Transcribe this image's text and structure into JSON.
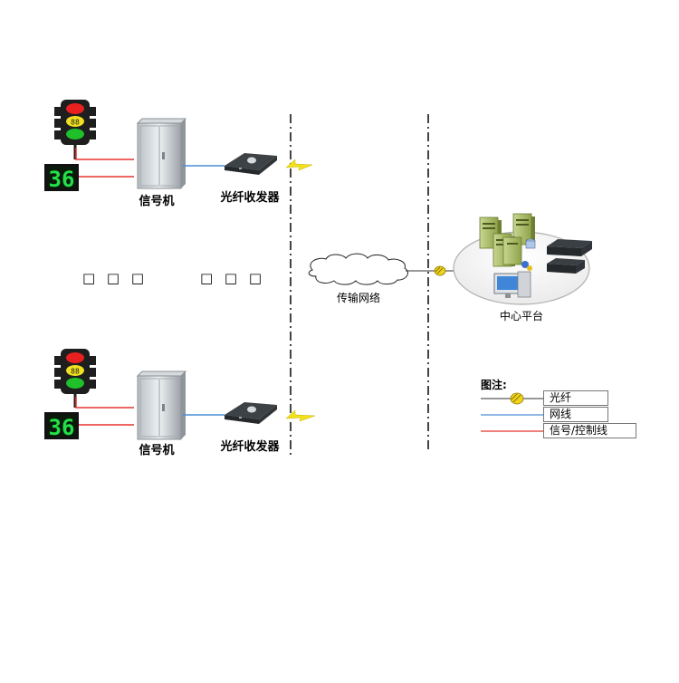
{
  "site_labels": {
    "signal_machine": "信号机",
    "fiber_transceiver": "光纤收发器"
  },
  "countdown_value": "36",
  "signal_head_text": "88",
  "ellipsis": {
    "left": "□ □ □",
    "right": "□ □ □"
  },
  "network_label": "传输网络",
  "center_label": "中心平台",
  "legend": {
    "title": "图注:",
    "items": [
      {
        "label": "光纤",
        "kind": "fiber"
      },
      {
        "label": "网线",
        "kind": "ethernet"
      },
      {
        "label": "信号/控制线",
        "kind": "signal"
      }
    ]
  },
  "colors": {
    "signal_line": "#e8342f",
    "ethernet_line": "#4a8fd6",
    "fiber_line": "#333333",
    "dash_line": "#444444",
    "led_green": "#22e04a",
    "lightning": "#f2e21a"
  }
}
